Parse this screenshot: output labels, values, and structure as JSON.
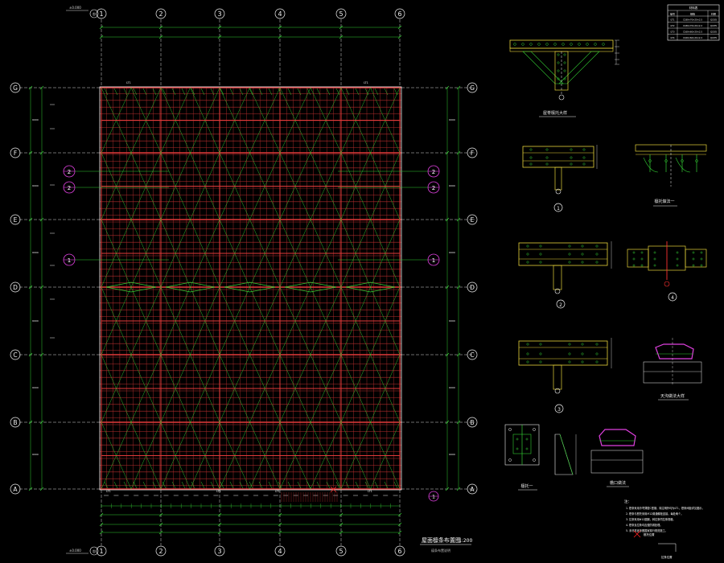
{
  "column_labels": [
    "1",
    "2",
    "3",
    "4",
    "5",
    "6"
  ],
  "row_labels": [
    "G",
    "F",
    "E",
    "D",
    "C",
    "B",
    "A"
  ],
  "section_markers_left": [
    "2",
    "2",
    "1"
  ],
  "section_markers_right": [
    "2",
    "2",
    "1"
  ],
  "elevation_tag_top": "±0.000",
  "elevation_tag_bottom": "±0.000",
  "plan_title": "屋面檩条布置图",
  "plan_scale": "1:200",
  "plan_subtitle": "檩条布置说明",
  "detail_marks": [
    "1",
    "2",
    "3",
    "4"
  ],
  "detail_titles": {
    "ridge": "屋脊檩托大样",
    "purlin_support": "檩托做法一",
    "gutter": "天沟做法大样",
    "base_plate": "檩托一",
    "eave": "檐口做法"
  },
  "table": {
    "title": "材料表",
    "headers": [
      "编号",
      "规格",
      "材质"
    ],
    "rows": [
      [
        "LT1",
        "C180×70×20×2.5",
        "Q235"
      ],
      [
        "LT2",
        "C180×70×20×2.2",
        "Q235"
      ],
      [
        "LT3",
        "C160×60×20×2.5",
        "Q235"
      ],
      [
        "LT4",
        "C160×60×20×2.2",
        "Q235"
      ]
    ]
  },
  "notes_title": "注：",
  "notes": [
    "1. 檩条采用冷弯薄壁C型钢，除注明外均为LT1，檩条间距详见图示。",
    "2. 檩条与檩托采用M12普通螺栓连接，每处两个。",
    "3. 拉条采用Φ12圆钢，斜拉条同拉条规格。",
    "4. 檩条及拉条均应做防锈处理。",
    "5. 未尽事宜参照国家现行规范施工。"
  ],
  "legend_label": "檩托位置",
  "legend_label2": "拉条位置"
}
